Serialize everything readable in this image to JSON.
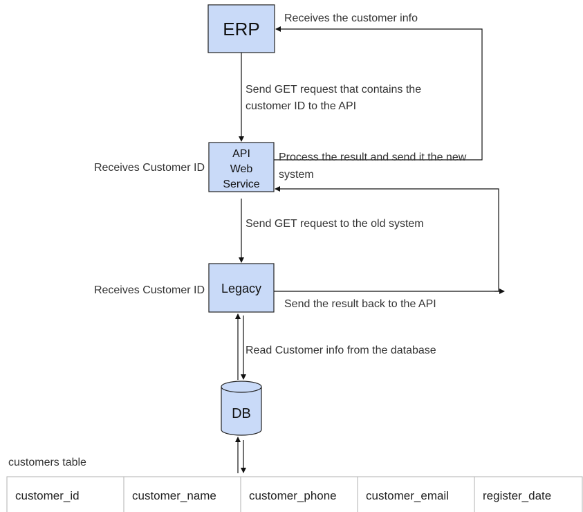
{
  "nodes": {
    "erp": "ERP",
    "api": [
      "API",
      "Web",
      "Service"
    ],
    "legacy": "Legacy",
    "db": "DB"
  },
  "labels": {
    "receives_customer_info": "Receives the customer info",
    "send_get_request_line1": "Send GET request that contains the",
    "send_get_request_line2": "customer ID to the API",
    "process_result_line1": "Process the result and send it the new",
    "process_result_line2": "system",
    "api_receives_customer_id": "Receives Customer ID",
    "send_get_old_system": "Send GET request to the old system",
    "legacy_receives_customer_id": "Receives Customer ID",
    "send_result_back": "Send the result back to the API",
    "read_customer_info": "Read Customer info from the database"
  },
  "table": {
    "caption": "customers table",
    "columns": [
      "customer_id",
      "customer_name",
      "customer_phone",
      "customer_email",
      "register_date"
    ]
  }
}
